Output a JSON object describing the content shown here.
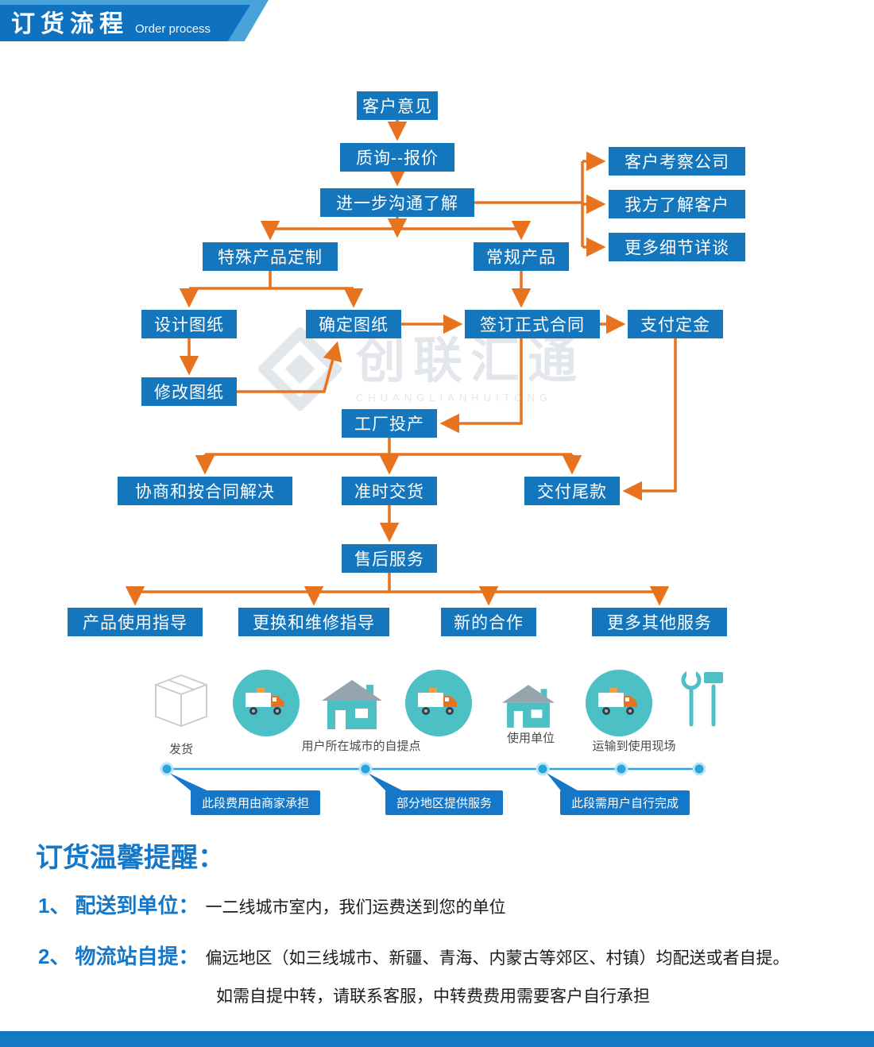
{
  "header": {
    "title": "订货流程",
    "subtitle": "Order process"
  },
  "watermark": {
    "name": "创联汇通",
    "latin": "CHUANGLIANHUITONG"
  },
  "flow": {
    "customer_opinion": "客户意见",
    "inquiry_quote": "质询--报价",
    "further_communication": "进一步沟通了解",
    "client_visit_company": "客户考察公司",
    "we_know_client": "我方了解客户",
    "more_details": "更多细节详谈",
    "special_custom": "特殊产品定制",
    "regular_product": "常规产品",
    "design_drawing": "设计图纸",
    "confirm_drawing": "确定图纸",
    "sign_contract": "签订正式合同",
    "pay_deposit": "支付定金",
    "revise_drawing": "修改图纸",
    "factory_production": "工厂投产",
    "negotiate_resolve": "协商和按合同解决",
    "on_time_delivery": "准时交货",
    "pay_balance": "交付尾款",
    "after_sales": "售后服务",
    "usage_guidance": "产品使用指导",
    "replace_repair_guidance": "更换和维修指导",
    "new_cooperation": "新的合作",
    "more_services": "更多其他服务"
  },
  "logistics": {
    "ship_label": "发货",
    "pickup_label": "用户所在城市的自提点",
    "unit_label": "使用单位",
    "transport_label": "运输到使用现场",
    "tag_merchant": "此段费用由商家承担",
    "tag_partial": "部分地区提供服务",
    "tag_user": "此段需用户自行完成"
  },
  "reminder": {
    "title": "订货温馨提醒：",
    "item1_no": "1、",
    "item1_label": "配送到单位：",
    "item1_text": "一二线城市室内，我们运费送到您的单位",
    "item2_no": "2、",
    "item2_label": "物流站自提：",
    "item2_text": "偏远地区（如三线城市、新疆、青海、内蒙古等郊区、村镇）均配送或者自提。",
    "item2_text2": "如需自提中转，请联系客服，中转费费用需要客户自行承担"
  },
  "colors": {
    "primary_blue": "#1476bd",
    "accent_orange": "#e8731e",
    "teal": "#4cc0c5",
    "timeline_blue": "#2aa4dc"
  }
}
